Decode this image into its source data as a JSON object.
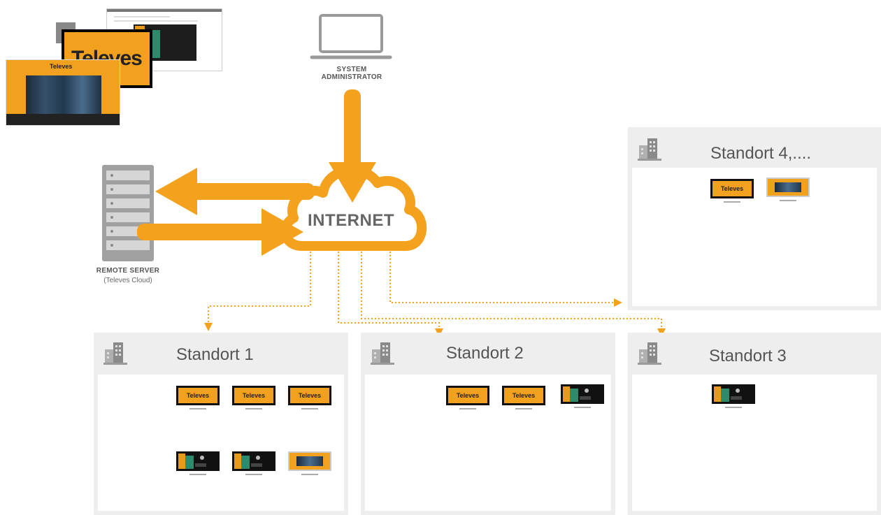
{
  "labels": {
    "admin_line1": "SYSTEM",
    "admin_line2": "ADMINISTRATOR",
    "internet": "INTERNET",
    "server_line1": "REMOTE SERVER",
    "server_line2": "(Televes Cloud)"
  },
  "thumbnail_logo": "Televes",
  "sites": [
    {
      "title": "Standort 1",
      "screens": [
        "televes",
        "televes",
        "televes",
        "mixed",
        "mixed",
        "videowall"
      ]
    },
    {
      "title": "Standort 2",
      "screens": [
        "televes",
        "televes",
        "mixed"
      ]
    },
    {
      "title": "Standort 3",
      "screens": [
        "mixed"
      ]
    },
    {
      "title": "Standort 4,....",
      "screens": [
        "televes",
        "videowall"
      ]
    }
  ],
  "screen_logo_text": "Televes",
  "colors": {
    "accent": "#f4a11d",
    "panel_bg": "#eeeeee",
    "icon_gray": "#9a9a9a",
    "cloud_text": "#666666"
  },
  "icons": [
    "laptop-icon",
    "cloud-icon",
    "server-rack-icon",
    "building-icon",
    "screen-icon"
  ]
}
